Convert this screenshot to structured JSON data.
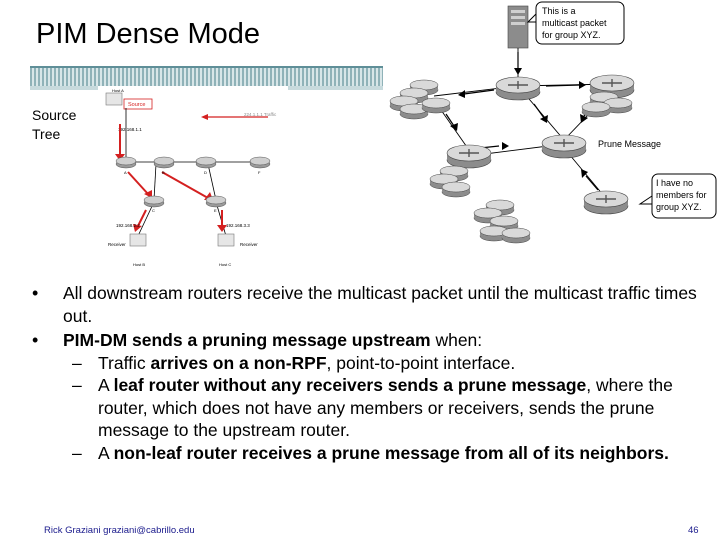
{
  "slide": {
    "title": "PIM Dense Mode",
    "side_label_line1": "Source",
    "side_label_line2": "Tree"
  },
  "small_diagram": {
    "host_a": "Host A",
    "source": "Source",
    "group": "224.1.1.1 Traffic",
    "addr_source": "192.168.1.1",
    "router_a": "A",
    "router_b": "B",
    "router_d": "D",
    "router_f": "F",
    "router_c": "C",
    "router_e": "E",
    "addr_left": "192.168.2.2",
    "addr_right": "192.168.3.3",
    "receiver_left": "Receiver",
    "receiver_right": "Receiver",
    "host_b": "Host B",
    "host_c": "Host C"
  },
  "big_diagram": {
    "callout_top_l1": "This is a",
    "callout_top_l2": "multicast packet",
    "callout_top_l3": "for group XYZ.",
    "prune_message": "Prune Message",
    "callout_right_l1": "I have no",
    "callout_right_l2": "members for",
    "callout_right_l3": "group XYZ."
  },
  "bullets": {
    "b1": "All downstream routers receive the multicast packet until the multicast traffic times out.",
    "b2_bold": "PIM-DM sends a pruning message upstream",
    "b2_rest": " when:",
    "s1_a": "Traffic ",
    "s1_b": "arrives on a non-RPF",
    "s1_c": ", point-to-point interface.",
    "s2_a": "A ",
    "s2_b": "leaf router without any receivers sends a prune message",
    "s2_c": ", where the router, which does not have any members or receivers, sends the prune message to the upstream router.",
    "s3_a": "A ",
    "s3_b": "non-leaf router receives a prune message from all of its neighbors."
  },
  "footer": {
    "author": "Rick Graziani  graziani@cabrillo.edu",
    "page": "46"
  },
  "colors": {
    "router_body": "#9a9a9a",
    "link": "#000000",
    "arrow": "#d42020",
    "stripe": "#8fb2b8"
  }
}
